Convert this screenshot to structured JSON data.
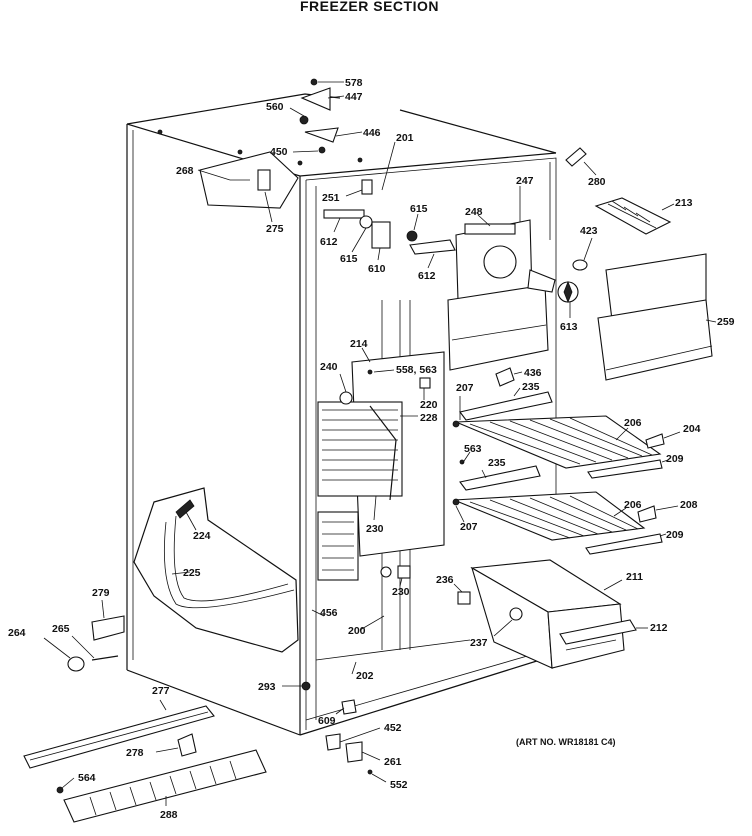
{
  "title": "FREEZER SECTION",
  "art_number": "(ART NO. WR18181 C4)",
  "parts": {
    "p578": "578",
    "p447": "447",
    "p560": "560",
    "p446": "446",
    "p450": "450",
    "p201": "201",
    "p268": "268",
    "p275": "275",
    "p251": "251",
    "p612a": "612",
    "p615a": "615",
    "p610": "610",
    "p615b": "615",
    "p612b": "612",
    "p248": "248",
    "p247": "247",
    "p280": "280",
    "p213": "213",
    "p423": "423",
    "p613": "613",
    "p259": "259",
    "p214": "214",
    "p240": "240",
    "p558": "558, 563",
    "p220": "220",
    "p228": "228",
    "p436": "436",
    "p207a": "207",
    "p235a": "235",
    "p206a": "206",
    "p204": "204",
    "p563": "563",
    "p235b": "235",
    "p209a": "209",
    "p206b": "206",
    "p208": "208",
    "p207b": "207",
    "p209b": "209",
    "p224": "224",
    "p225": "225",
    "p230a": "230",
    "p236": "236",
    "p211": "211",
    "p279": "279",
    "p230b": "230",
    "p456": "456",
    "p200": "200",
    "p212": "212",
    "p237": "237",
    "p264": "264",
    "p265": "265",
    "p202": "202",
    "p293": "293",
    "p277": "277",
    "p609": "609",
    "p452": "452",
    "p278": "278",
    "p261": "261",
    "p564": "564",
    "p552": "552",
    "p288": "288"
  }
}
